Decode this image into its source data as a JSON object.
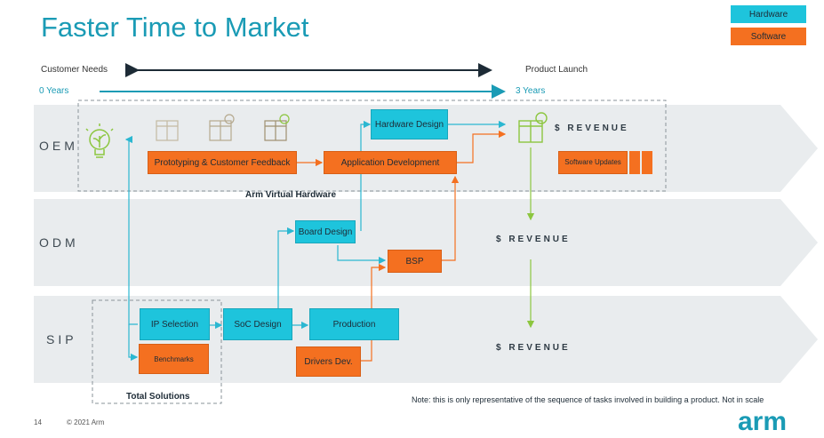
{
  "title": "Faster Time to Market",
  "legend": {
    "hardware": "Hardware",
    "software": "Software"
  },
  "timeline": {
    "customer_needs": "Customer Needs",
    "product_launch": "Product Launch",
    "start": "0 Years",
    "end": "3 Years"
  },
  "lanes": {
    "oem": "OEM",
    "odm": "ODM",
    "sip": "SIP"
  },
  "boxes": {
    "prototyping": "Prototyping & Customer Feedback",
    "app_dev": "Application Development",
    "hw_design": "Hardware Design",
    "board_design": "Board Design",
    "bsp": "BSP",
    "ip_selection": "IP Selection",
    "benchmarks": "Benchmarks",
    "soc_design": "SoC Design",
    "production": "Production",
    "drivers": "Drivers Dev.",
    "sw_updates": "Software Updates"
  },
  "revenue_label": "$ REVENUE",
  "region_labels": {
    "avh": "Arm Virtual Hardware",
    "total": "Total Solutions"
  },
  "note": "Note: this is only representative of the sequence of tasks involved in building a product. Not in scale",
  "footer": {
    "page": "14",
    "copyright": "© 2021 Arm",
    "logo": "arm"
  },
  "colors": {
    "teal": "#1a9bb5",
    "hardware": "#1ec4dc",
    "software": "#f47020",
    "lane": "#e9ecee",
    "green": "#8cc63f"
  }
}
